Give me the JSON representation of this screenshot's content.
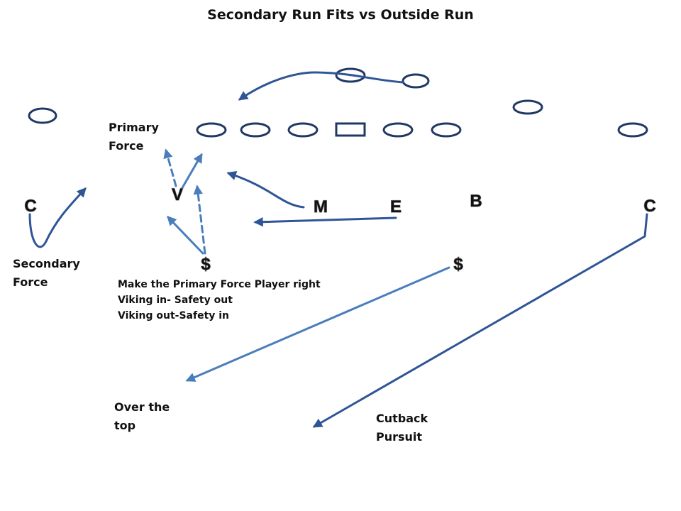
{
  "title": "Secondary Run Fits vs Outside Run",
  "labels": {
    "primary_force_line1": "Primary",
    "primary_force_line2": "Force",
    "secondary_force_line1": "Secondary",
    "secondary_force_line2": "Force",
    "over_top_line1": "Over the",
    "over_top_line2": "top",
    "cutback_line1": "Cutback",
    "cutback_line2": "Pursuit"
  },
  "note": {
    "line1": "Make the Primary Force Player right",
    "line2": "Viking in- Safety out",
    "line3": "Viking out-Safety in"
  },
  "defenders": {
    "c_left": "C",
    "v": "V",
    "m": "M",
    "e": "E",
    "b": "B",
    "c_right": "C",
    "s_left": "$",
    "s_right": "$"
  },
  "colors": {
    "route_dark": "#2f5597",
    "route_light": "#4a7ebb",
    "oval_stroke": "#1f3864"
  }
}
